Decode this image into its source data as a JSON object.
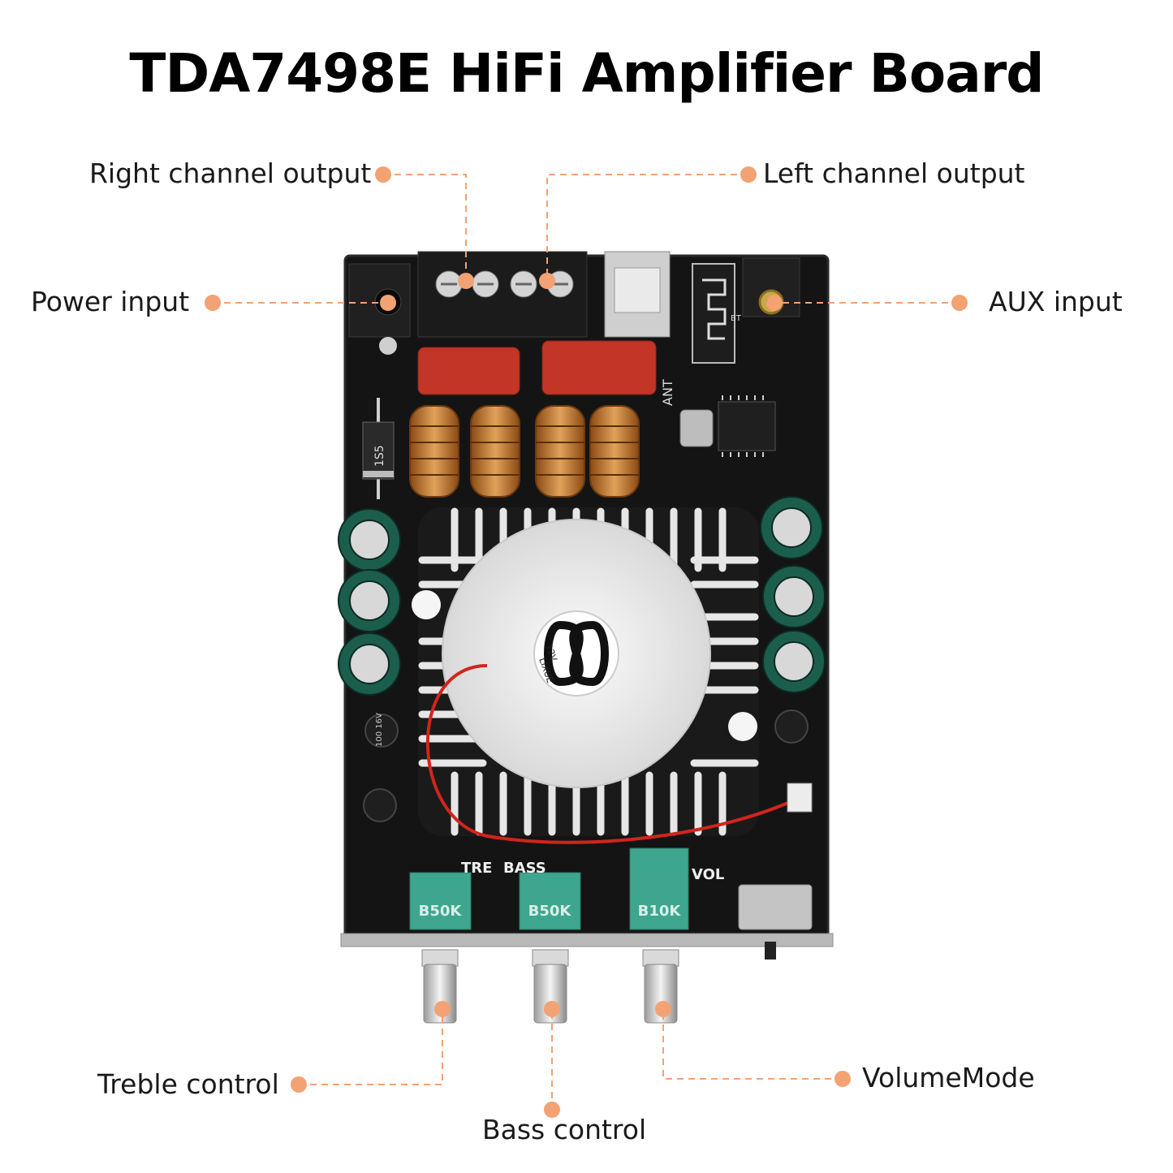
{
  "title": "TDA7498E HiFi Amplifier Board",
  "accent_color": "#f2a273",
  "labels": {
    "right_channel_output": "Right channel output",
    "left_channel_output": "Left channel output",
    "power_input": "Power input",
    "aux_input": "AUX input",
    "treble_control": "Treble control",
    "bass_control": "Bass control",
    "volume_mode": "VolumeMode"
  },
  "board_markings": {
    "tre": "TRE",
    "bass": "BASS",
    "vol": "VOL",
    "pot_treble": "B50K",
    "pot_bass": "B50K",
    "pot_volume": "B10K",
    "fan_voltage": "12V",
    "fan_brand": "LIXUE",
    "ant": "ANT",
    "bt": "BT",
    "diode": "1S5",
    "capacitor": "100 16V"
  }
}
